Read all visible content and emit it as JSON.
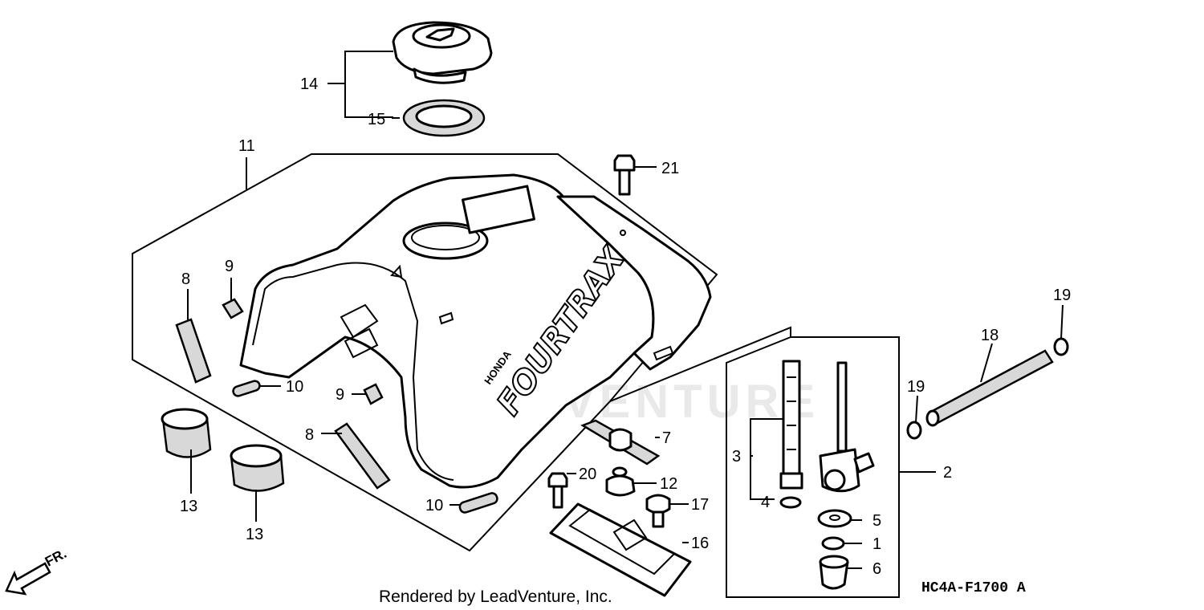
{
  "diagram": {
    "watermark": "LEADVENTURE",
    "credit": "Rendered by LeadVenture, Inc.",
    "diagram_code": "HC4A-F1700 A",
    "tank_brand": "HONDA",
    "tank_model": "FOURTRAX",
    "front_marker": "FR."
  },
  "callouts": {
    "c1": "1",
    "c2": "2",
    "c3": "3",
    "c4": "4",
    "c5": "5",
    "c6": "6",
    "c7": "7",
    "c8a": "8",
    "c8b": "8",
    "c9a": "9",
    "c9b": "9",
    "c10a": "10",
    "c10b": "10",
    "c11": "11",
    "c12": "12",
    "c13a": "13",
    "c13b": "13",
    "c14": "14",
    "c15": "15",
    "c16": "16",
    "c17": "17",
    "c18": "18",
    "c19a": "19",
    "c19b": "19",
    "c20": "20",
    "c21": "21"
  }
}
